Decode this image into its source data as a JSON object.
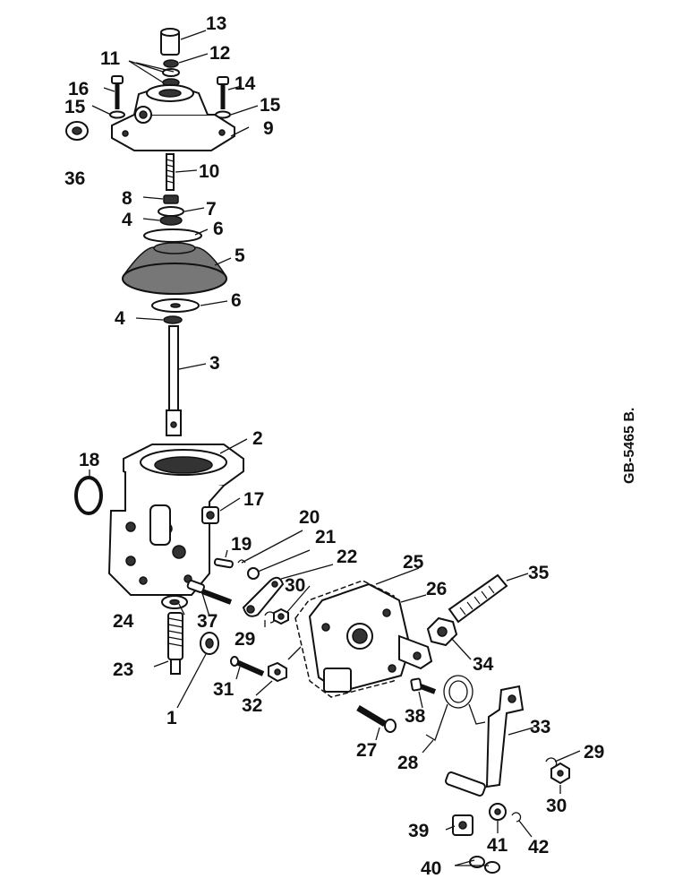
{
  "reference": "GB-5465 B.",
  "labels": {
    "p1": "1",
    "p2": "2",
    "p3": "3",
    "p4a": "4",
    "p4b": "4",
    "p5": "5",
    "p6a": "6",
    "p6b": "6",
    "p7": "7",
    "p8": "8",
    "p9": "9",
    "p10": "10",
    "p11": "11",
    "p12": "12",
    "p13": "13",
    "p14": "14",
    "p15a": "15",
    "p15b": "15",
    "p16": "16",
    "p17": "17",
    "p18": "18",
    "p19": "19",
    "p20": "20",
    "p21": "21",
    "p22": "22",
    "p23": "23",
    "p24": "24",
    "p25": "25",
    "p26": "26",
    "p27": "27",
    "p28": "28",
    "p29a": "29",
    "p29b": "29",
    "p30a": "30",
    "p30b": "30",
    "p31": "31",
    "p32": "32",
    "p33": "33",
    "p34": "34",
    "p35": "35",
    "p36": "36",
    "p37": "37",
    "p38": "38",
    "p39": "39",
    "p40": "40",
    "p41": "41",
    "p42": "42"
  }
}
